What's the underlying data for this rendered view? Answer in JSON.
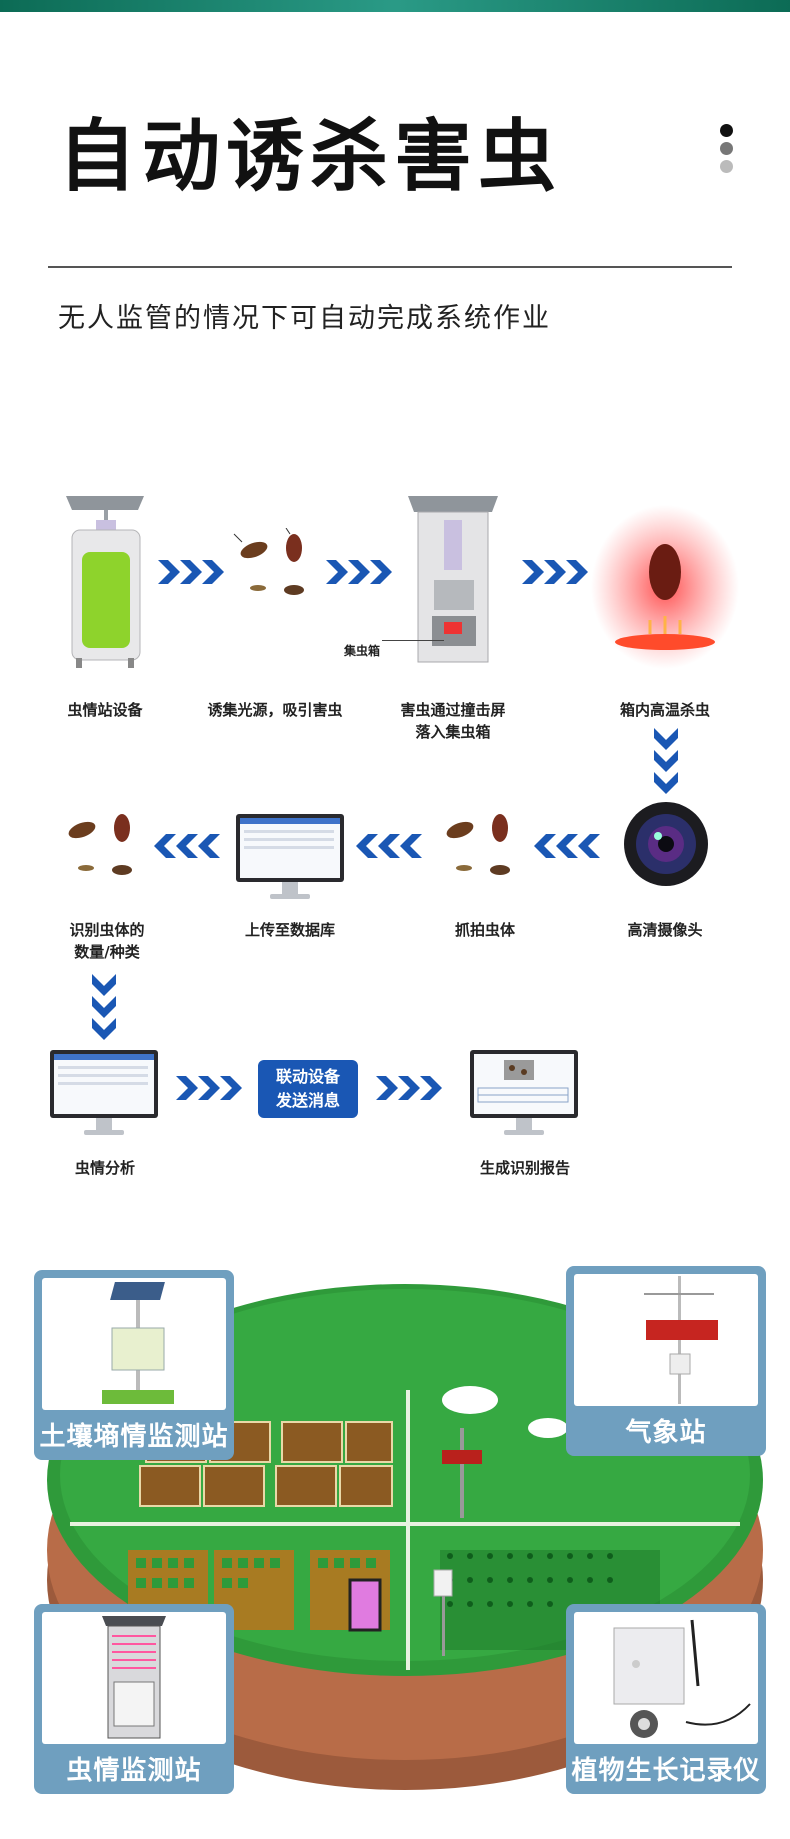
{
  "header": {
    "title": "自动诱杀害虫",
    "subtitle": "无人监管的情况下可自动完成系统作业"
  },
  "process": {
    "steps": {
      "station": "虫情站设备",
      "lure": "诱集光源，吸引害虫",
      "fall_1": "害虫通过撞击屏",
      "fall_2": "落入集虫箱",
      "heat": "箱内高温杀虫",
      "camera": "高清摄像头",
      "capture": "抓拍虫体",
      "upload": "上传至数据库",
      "identify_1": "识别虫体的",
      "identify_2": "数量/种类",
      "analysis": "虫情分析",
      "report": "生成识别报告"
    },
    "collector_label": "集虫箱",
    "message_1": "联动设备",
    "message_2": "发送消息"
  },
  "stations": {
    "soil": "土壤墒情监测站",
    "weather": "气象站",
    "pest": "虫情监测站",
    "plant": "植物生长记录仪"
  },
  "colors": {
    "accent_teal": "#0c6b55",
    "arrow_blue": "#1a57b4",
    "card_blue": "#6f9fbf",
    "field_green": "#2f9a3a"
  }
}
